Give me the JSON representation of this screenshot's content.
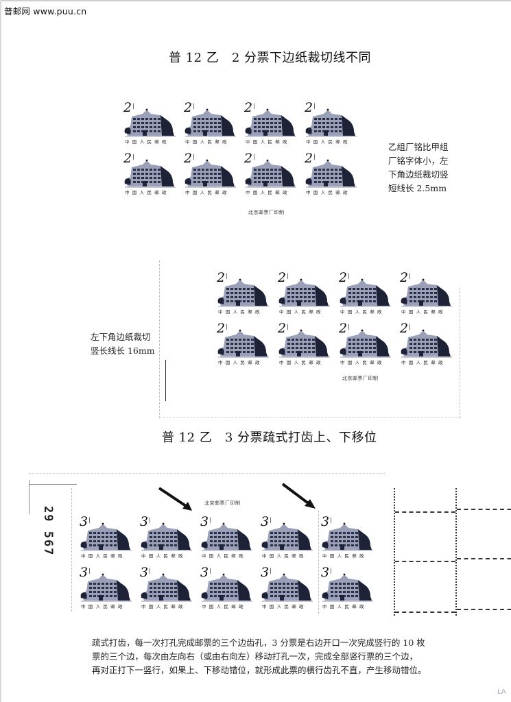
{
  "header": {
    "watermark": "普邮网 www.puu.cn"
  },
  "section1": {
    "title": "普 12 乙　2 分票下边纸裁切线不同",
    "stamp_value": "2",
    "stamp_unit": "分",
    "stamp_caption": "中国人民邮政",
    "imprint": "北京邮票厂印制",
    "note_lines": [
      "乙组厂铭比甲组",
      "厂铭字体小，左",
      "下角边纸裁切竖",
      "短线长 2.5mm"
    ],
    "rows": 2,
    "cols": 4
  },
  "section2": {
    "stamp_value": "2",
    "stamp_unit": "分",
    "stamp_caption": "中国人民邮政",
    "imprint": "北京邮票厂印制",
    "note_lines": [
      "左下角边纸裁切",
      "竖长线长 16mm"
    ],
    "rows": 2,
    "cols": 4
  },
  "section3": {
    "title": "普 12 乙　3 分票疏式打齿上、下移位",
    "stamp_value": "3",
    "stamp_unit": "分",
    "stamp_caption": "中国人民邮政",
    "imprint": "北京邮票厂印制",
    "sheet_number": "29 567",
    "rows": 2,
    "cols": 5,
    "arrows": 2,
    "description_lines": [
      "疏式打齿，每一次打孔完成邮票的三个边齿孔，3 分票是右边开口一次完成竖行的 10 枚",
      "票的三个边，每次由左向右（或由右向左）移动打孔一次，完成全部竖行票的三个边，",
      "再对正打下一竖行，如果上、下移动错位，就形成此票的横行齿孔不直，产生移动错位。"
    ]
  },
  "footer": {
    "corner_mark": "LA"
  },
  "colors": {
    "ink": "#1a1a1a",
    "stamp_ink": "#2a2f45",
    "stamp_tint": "#9aa0b8",
    "perforation": "#333333"
  }
}
